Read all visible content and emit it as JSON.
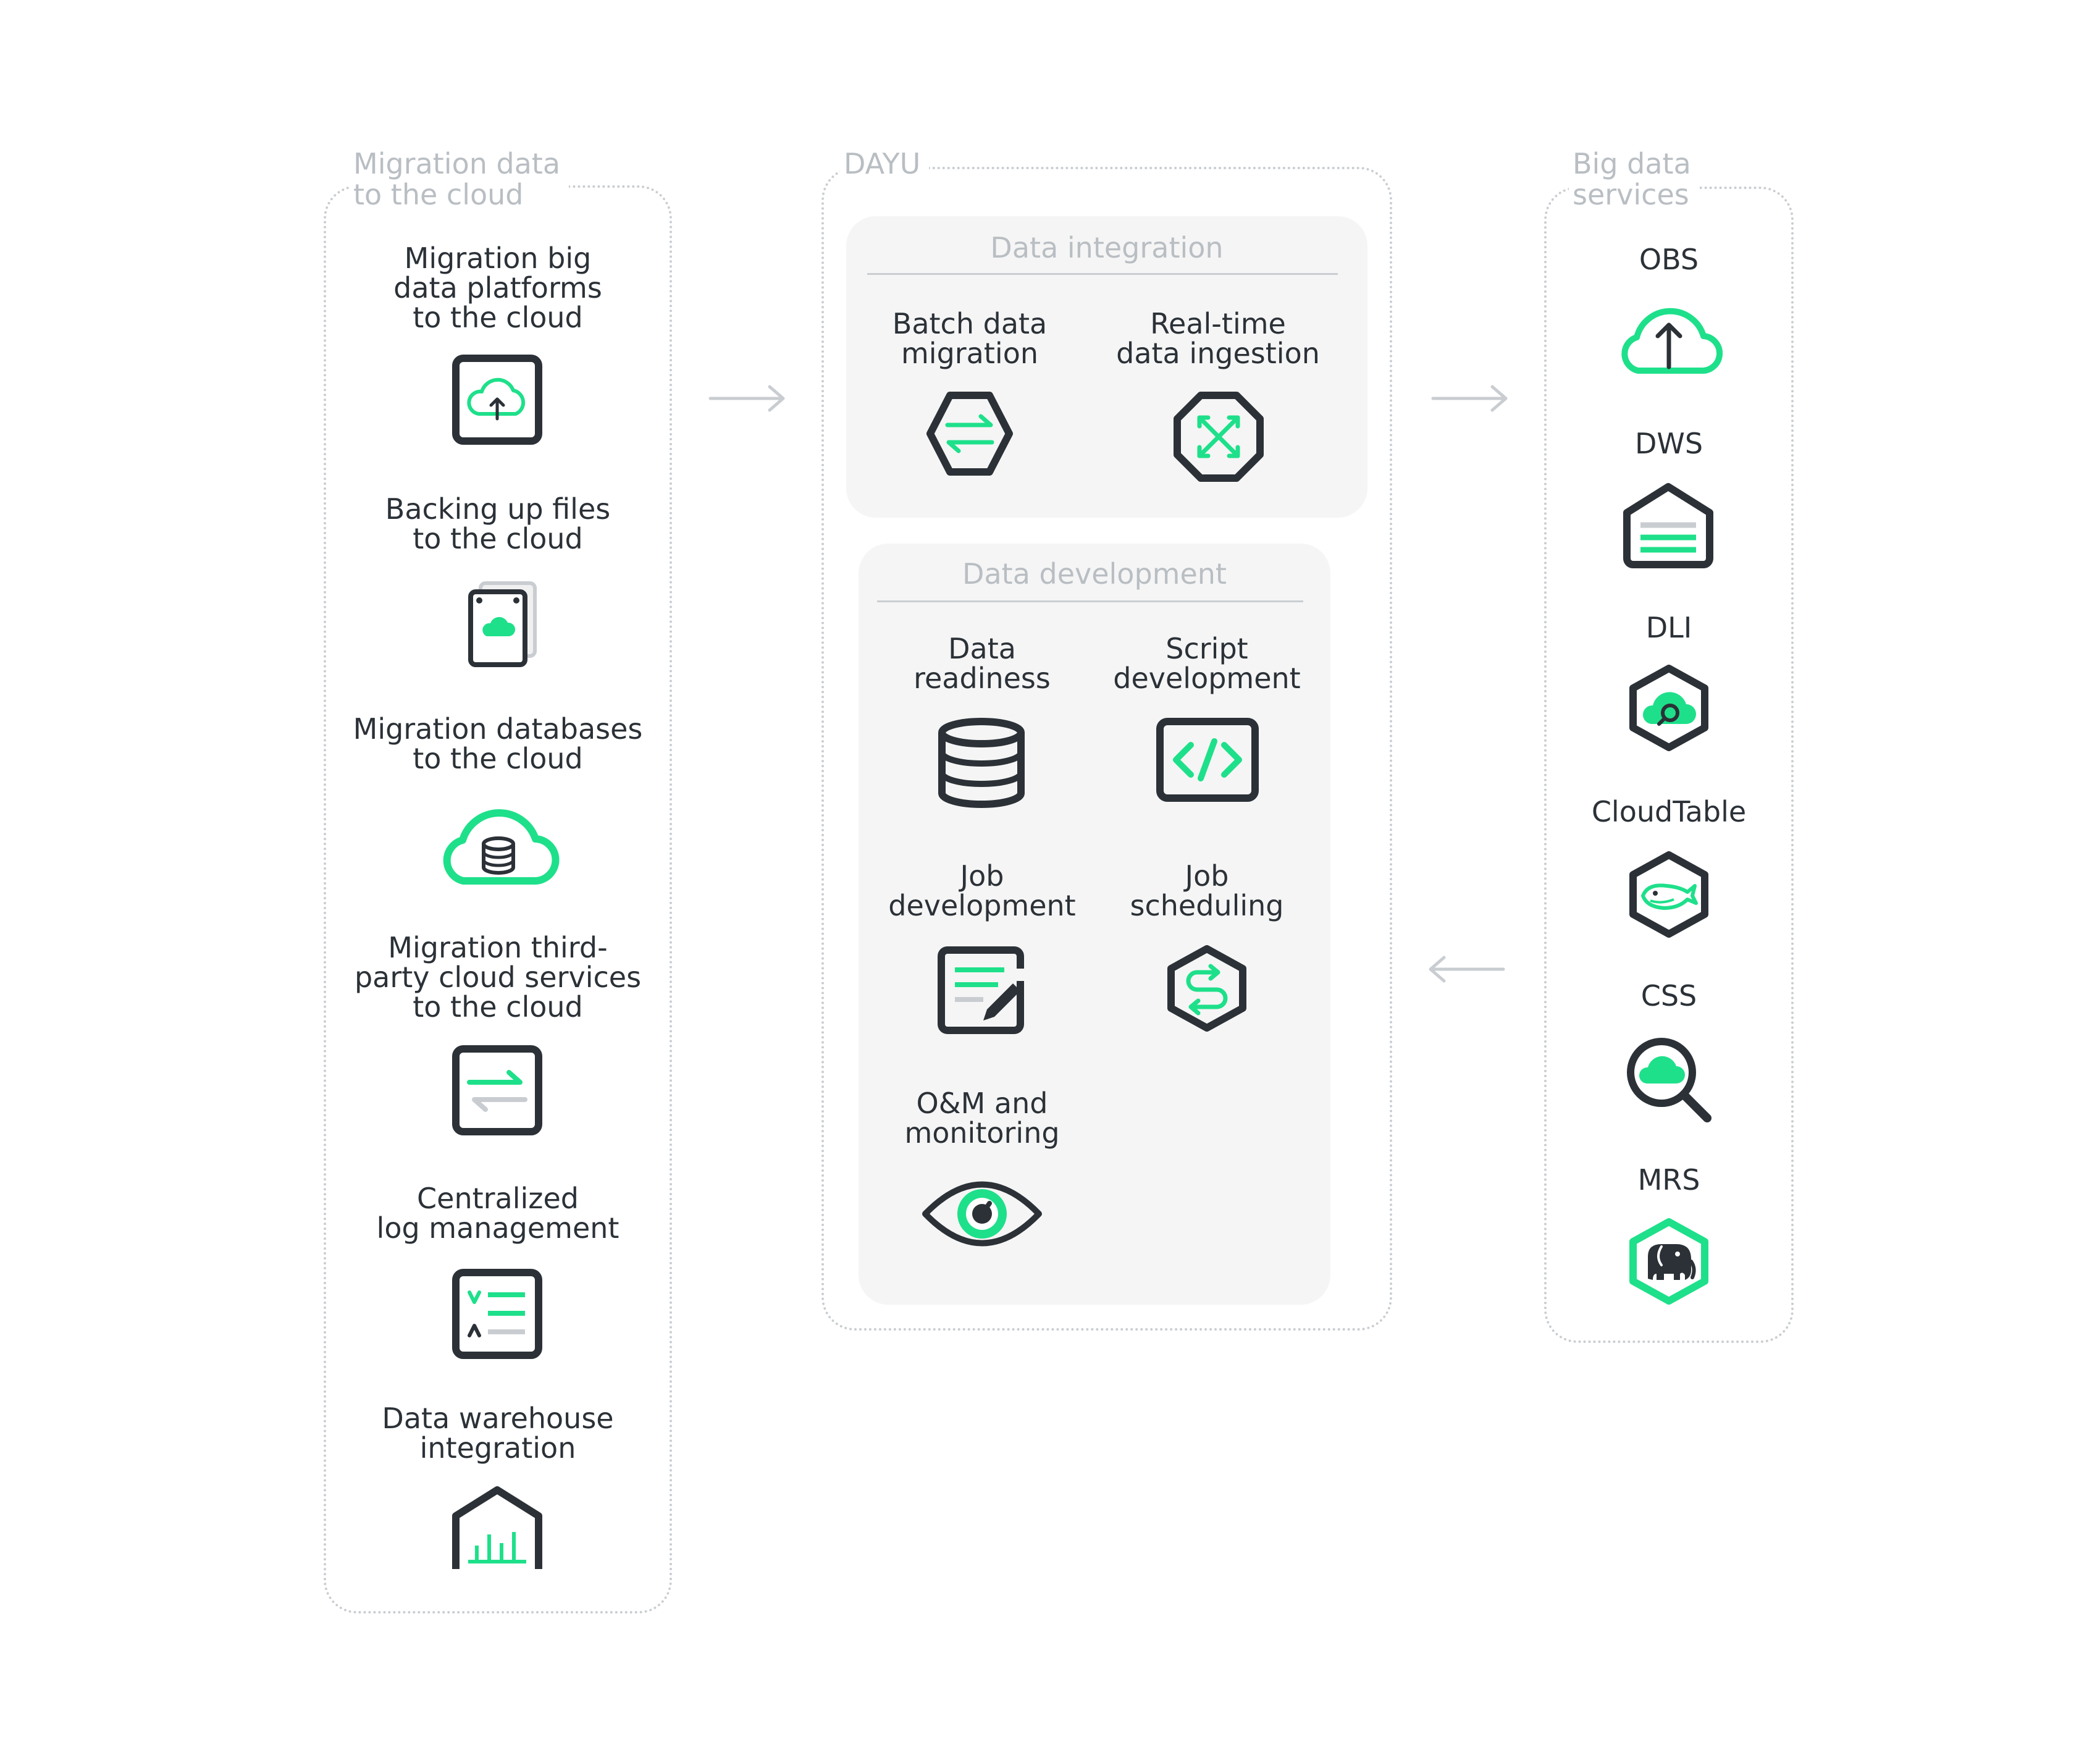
{
  "left_panel": {
    "title": "Migration data\nto the cloud",
    "items": [
      {
        "label": "Migration big\ndata platforms\nto the cloud",
        "icon": "cloud-upload-icon"
      },
      {
        "label": "Backing up files\nto the cloud",
        "icon": "file-cloud-icon"
      },
      {
        "label": "Migration databases\nto the cloud",
        "icon": "cloud-database-icon"
      },
      {
        "label": "Migration third-\nparty cloud services\nto the cloud",
        "icon": "transfer-arrows-icon"
      },
      {
        "label": "Centralized\nlog management",
        "icon": "log-list-icon"
      },
      {
        "label": "Data warehouse\nintegration",
        "icon": "warehouse-chart-icon"
      }
    ]
  },
  "center_panel": {
    "title": "DAYU",
    "integration": {
      "title": "Data integration",
      "items": [
        {
          "label": "Batch data\nmigration",
          "icon": "batch-migration-icon"
        },
        {
          "label": "Real-time\ndata ingestion",
          "icon": "realtime-ingestion-icon"
        }
      ]
    },
    "development": {
      "title": "Data development",
      "items": [
        {
          "label": "Data\nreadiness",
          "icon": "database-stack-icon"
        },
        {
          "label": "Script\ndevelopment",
          "icon": "code-icon"
        },
        {
          "label": "Job\ndevelopment",
          "icon": "edit-document-icon"
        },
        {
          "label": "Job\nscheduling",
          "icon": "scheduling-icon"
        },
        {
          "label": "O&M and\nmonitoring",
          "icon": "eye-icon"
        }
      ]
    }
  },
  "right_panel": {
    "title": "Big data\nservices",
    "items": [
      {
        "label": "OBS",
        "icon": "obs-cloud-icon"
      },
      {
        "label": "DWS",
        "icon": "dws-warehouse-icon"
      },
      {
        "label": "DLI",
        "icon": "dli-hexagon-icon"
      },
      {
        "label": "CloudTable",
        "icon": "cloudtable-whale-icon"
      },
      {
        "label": "CSS",
        "icon": "css-search-icon"
      },
      {
        "label": "MRS",
        "icon": "mrs-elephant-icon"
      }
    ]
  },
  "colors": {
    "accent": "#1ee08a",
    "dark": "#2b3137",
    "muted": "#b9bec3",
    "border": "#c9cdd1",
    "subpanel": "#f5f5f5"
  }
}
